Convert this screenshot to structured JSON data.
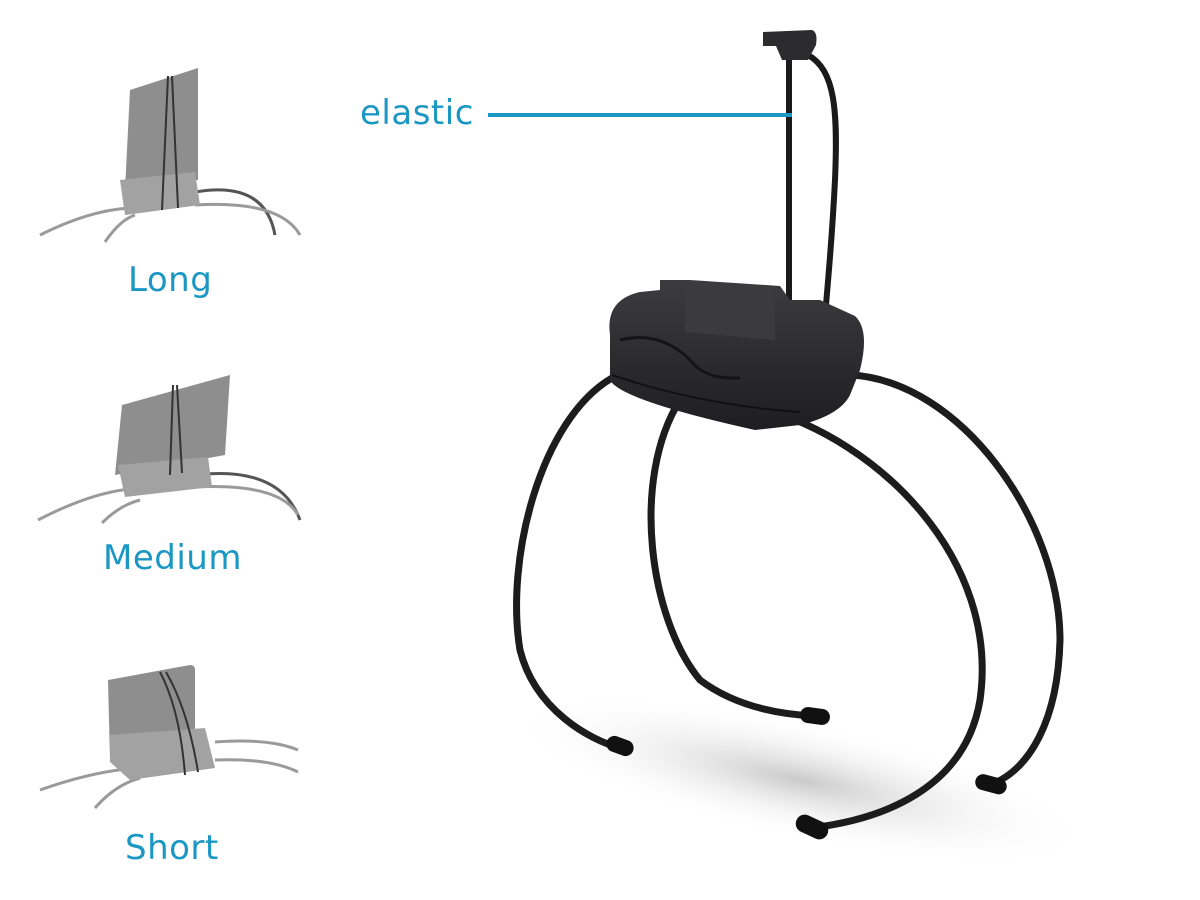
{
  "callout": {
    "label": "elastic",
    "color": "#1b97c4"
  },
  "modes": [
    {
      "label": "Long"
    },
    {
      "label": "Medium"
    },
    {
      "label": "Short"
    }
  ],
  "colors": {
    "accent": "#1b97c4",
    "device_body": "#2a2a2c",
    "thumb_gray": "#8c8c8c",
    "background": "#ffffff"
  }
}
